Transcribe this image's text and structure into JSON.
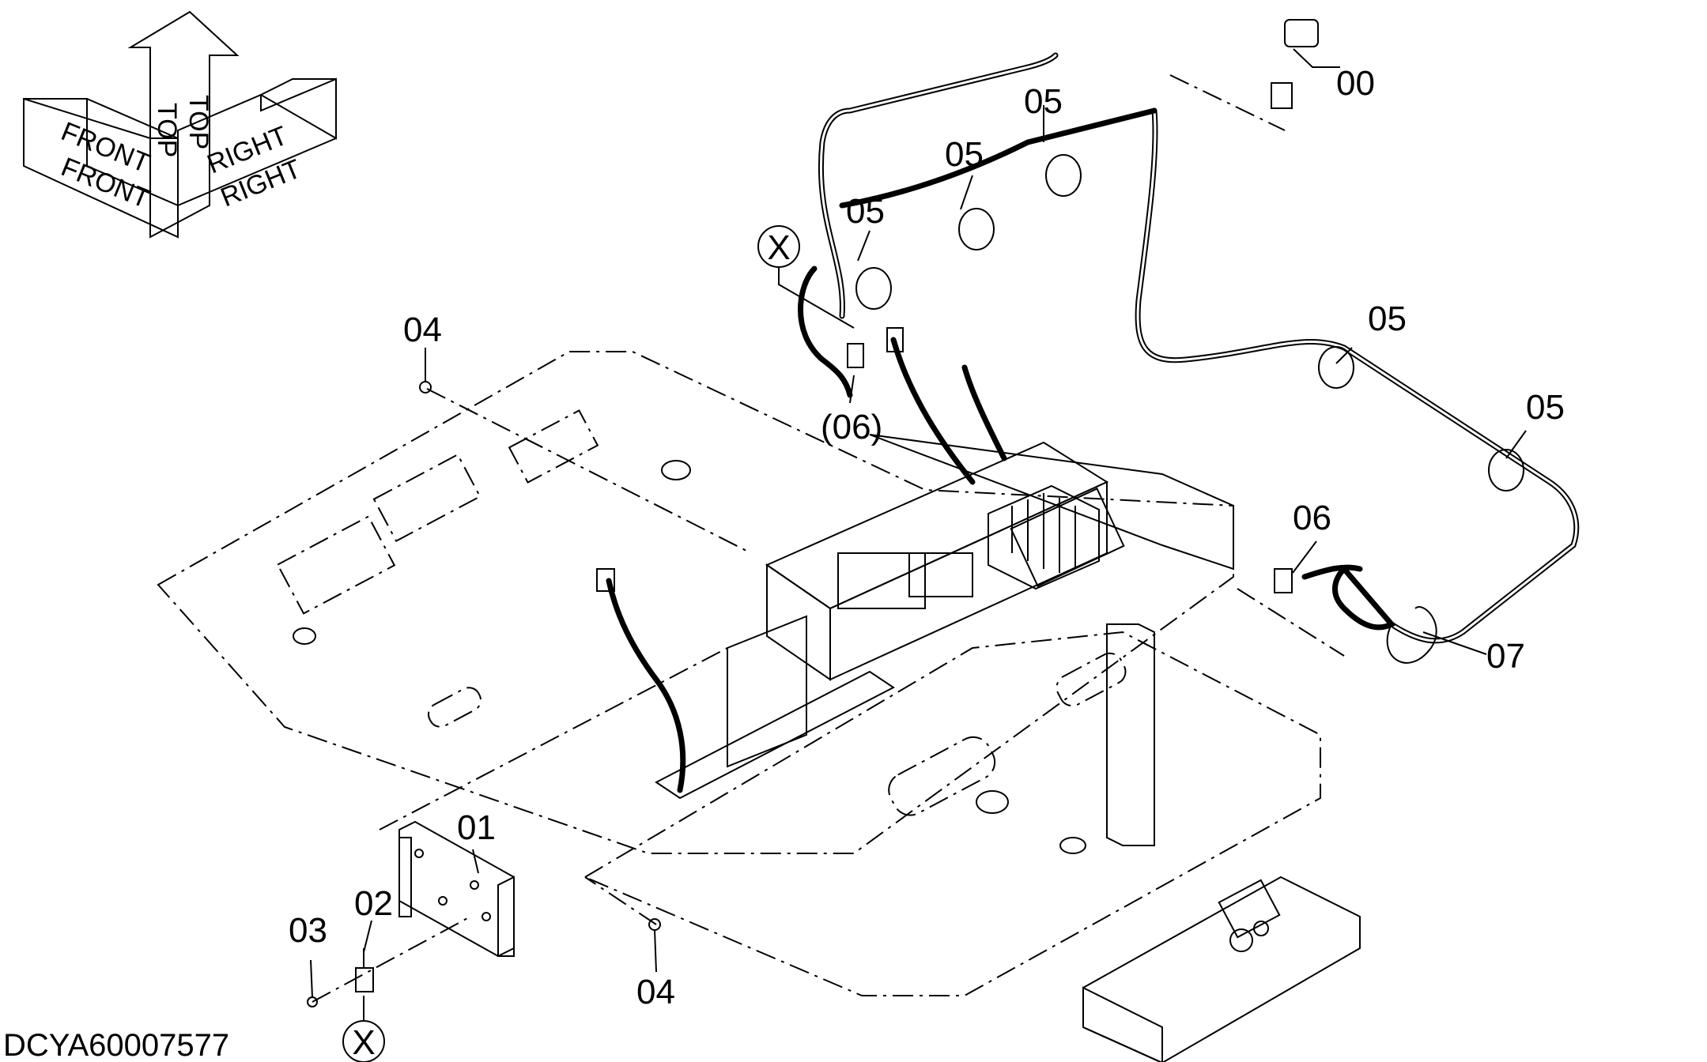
{
  "orientation": {
    "labels": [
      "FRONT",
      "FRONT",
      "TOP",
      "TOP",
      "RIGHT",
      "RIGHT"
    ]
  },
  "callouts": {
    "part_00": "00",
    "part_01": "01",
    "part_02": "02",
    "part_03": "03",
    "part_04_top": "04",
    "part_04_bottom": "04",
    "part_05_a": "05",
    "part_05_b": "05",
    "part_05_c": "05",
    "part_05_d": "05",
    "part_05_e": "05",
    "part_06": "06",
    "part_06_ref": "(06)",
    "part_07": "07",
    "marker_x_top": "X",
    "marker_x_bottom": "X"
  },
  "drawing_id": "DCYA60007577"
}
